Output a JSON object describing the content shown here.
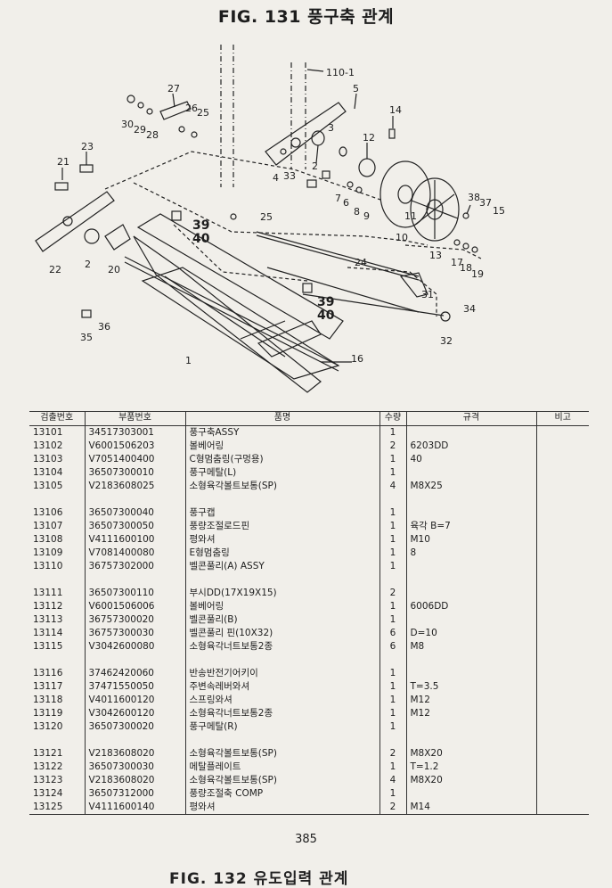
{
  "title": "FIG. 131 풍구축 관계",
  "diagram": {
    "callouts": [
      "110-1",
      "5",
      "27",
      "26",
      "25",
      "30",
      "29",
      "28",
      "3",
      "14",
      "12",
      "23",
      "21",
      "2",
      "4",
      "33",
      "7",
      "6",
      "8",
      "9",
      "11",
      "38",
      "37",
      "15",
      "10",
      "13",
      "17",
      "18",
      "19",
      "22",
      "20",
      "39",
      "40",
      "24",
      "31",
      "34",
      "32",
      "16",
      "1",
      "36",
      "35"
    ]
  },
  "table": {
    "headers": [
      "검출번호",
      "부품번호",
      "품명",
      "수량",
      "규격",
      "비고"
    ],
    "rows": [
      [
        "13101",
        "34517303001",
        "풍구축ASSY",
        "1",
        "",
        ""
      ],
      [
        "13102",
        "V6001506203",
        "볼베어링",
        "2",
        "6203DD",
        ""
      ],
      [
        "13103",
        "V7051400400",
        "C형멈춤링(구멍용)",
        "1",
        "40",
        ""
      ],
      [
        "13104",
        "36507300010",
        "풍구메탈(L)",
        "1",
        "",
        ""
      ],
      [
        "13105",
        "V2183608025",
        "소형육각볼트보통(SP)",
        "4",
        "M8X25",
        ""
      ],
      null,
      [
        "13106",
        "36507300040",
        "풍구캡",
        "1",
        "",
        ""
      ],
      [
        "13107",
        "36507300050",
        "풍량조절로드핀",
        "1",
        "육각 B=7",
        ""
      ],
      [
        "13108",
        "V4111600100",
        "평와셔",
        "1",
        "M10",
        ""
      ],
      [
        "13109",
        "V7081400080",
        "E형멈춤링",
        "1",
        "8",
        ""
      ],
      [
        "13110",
        "36757302000",
        "벨콘풀리(A)  ASSY",
        "1",
        "",
        ""
      ],
      null,
      [
        "13111",
        "36507300110",
        "부시DD(17X19X15)",
        "2",
        "",
        ""
      ],
      [
        "13112",
        "V6001506006",
        "볼베어링",
        "1",
        "6006DD",
        ""
      ],
      [
        "13113",
        "36757300020",
        "벨콘풀리(B)",
        "1",
        "",
        ""
      ],
      [
        "13114",
        "36757300030",
        "벨콘풀리 핀(10X32)",
        "6",
        "D=10",
        ""
      ],
      [
        "13115",
        "V3042600080",
        "소형육각너트보통2종",
        "6",
        "M8",
        ""
      ],
      null,
      [
        "13116",
        "37462420060",
        "반송반전기어키이",
        "1",
        "",
        ""
      ],
      [
        "13117",
        "37471550050",
        "주변속레버와셔",
        "1",
        "T=3.5",
        ""
      ],
      [
        "13118",
        "V4011600120",
        "스프링와셔",
        "1",
        "M12",
        ""
      ],
      [
        "13119",
        "V3042600120",
        "소형육각너트보통2종",
        "1",
        "M12",
        ""
      ],
      [
        "13120",
        "36507300020",
        "풍구메탈(R)",
        "1",
        "",
        ""
      ],
      null,
      [
        "13121",
        "V2183608020",
        "소형육각볼트보통(SP)",
        "2",
        "M8X20",
        ""
      ],
      [
        "13122",
        "36507300030",
        "메탈플레이트",
        "1",
        "T=1.2",
        ""
      ],
      [
        "13123",
        "V2183608020",
        "소형육각볼트보통(SP)",
        "4",
        "M8X20",
        ""
      ],
      [
        "13124",
        "36507312000",
        "풍량조절축  COMP",
        "1",
        "",
        ""
      ],
      [
        "13125",
        "V4111600140",
        "평와셔",
        "2",
        "M14",
        ""
      ]
    ]
  },
  "page_number": "385",
  "next_title": "FIG. 132 유도입력 관계"
}
